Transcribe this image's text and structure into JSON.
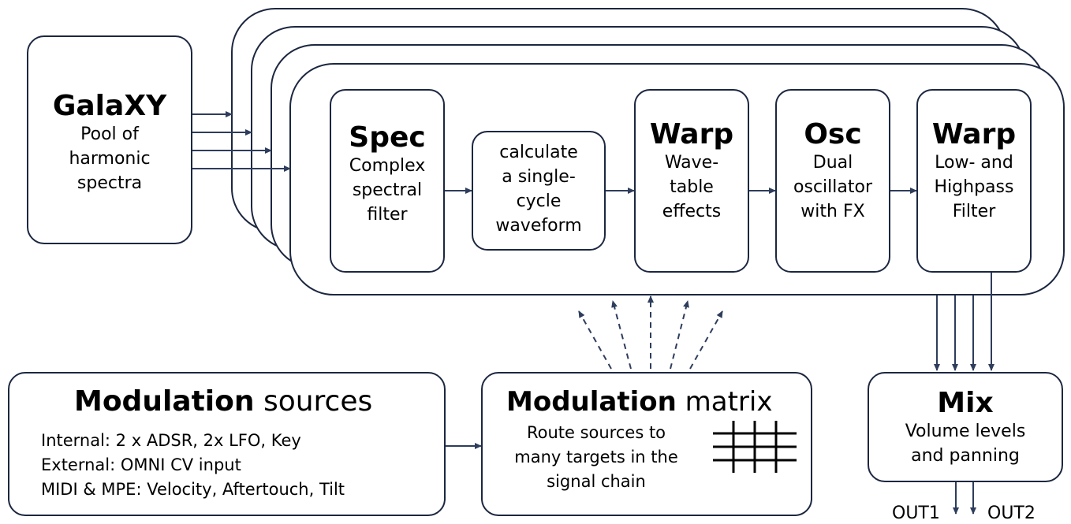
{
  "galaxy": {
    "title": "GalaXY",
    "lines": [
      "Pool of",
      "harmonic",
      "spectra"
    ]
  },
  "spec": {
    "title": "Spec",
    "lines": [
      "Complex",
      "spectral",
      "filter"
    ]
  },
  "waveform": {
    "lines": [
      "calculate",
      "a single-",
      "cycle",
      "waveform"
    ]
  },
  "warp1": {
    "title": "Warp",
    "lines": [
      "Wave-",
      "table",
      "effects"
    ]
  },
  "osc": {
    "title": "Osc",
    "lines": [
      "Dual",
      "oscillator",
      "with FX"
    ]
  },
  "warp2": {
    "title": "Warp",
    "lines": [
      "Low- and",
      "Highpass",
      "Filter"
    ]
  },
  "mod_sources": {
    "title_bold": "Modulation",
    "title_light": "sources",
    "lines": [
      "Internal: 2 x ADSR, 2x LFO, Key",
      "External: OMNI CV input",
      "MIDI & MPE: Velocity, Aftertouch, Tilt"
    ]
  },
  "mod_matrix": {
    "title_bold": "Modulation",
    "title_light": "matrix",
    "lines": [
      "Route sources to",
      "many targets in the",
      "signal chain"
    ]
  },
  "mix": {
    "title": "Mix",
    "lines": [
      "Volume levels",
      "and panning"
    ]
  },
  "outputs": {
    "out1": "OUT1",
    "out2": "OUT2"
  },
  "colors": {
    "stroke": "#1c2740",
    "arrow": "#2e3d5c"
  }
}
